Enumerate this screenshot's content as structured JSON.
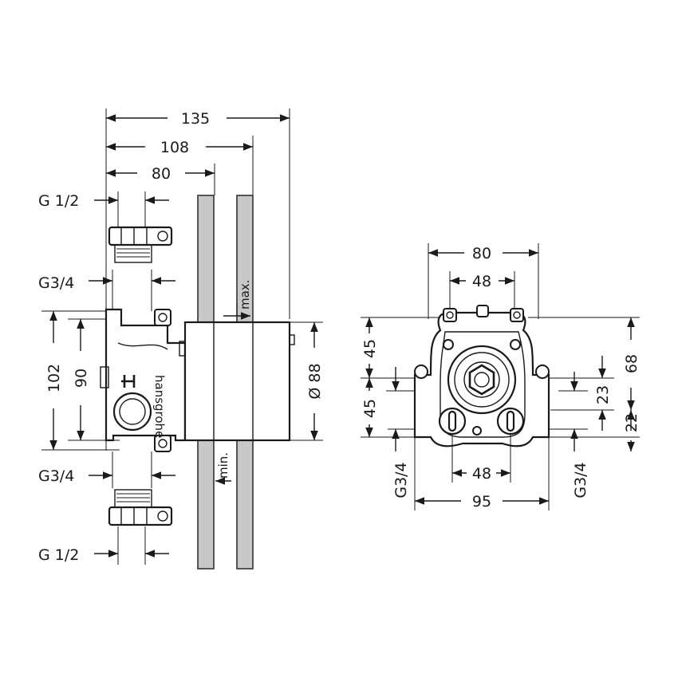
{
  "side_view": {
    "width_total": "135",
    "width_mid": "108",
    "width_body": "80",
    "thread_top": "G 1/2",
    "thread_upper": "G3/4",
    "thread_lower": "G3/4",
    "thread_bottom": "G 1/2",
    "height_outer": "102",
    "height_inner": "90",
    "diameter": "Ø 88",
    "label_max": "max.",
    "label_min": "min."
  },
  "front_view": {
    "width_top_outer": "80",
    "width_top_inner": "48",
    "height_upper": "45",
    "height_lower": "45",
    "height_right_total": "68",
    "height_right_mid": "23",
    "height_right_low": "22",
    "width_bottom_inner": "48",
    "width_bottom_outer": "95",
    "thread_left": "G3/4",
    "thread_right": "G3/4"
  }
}
